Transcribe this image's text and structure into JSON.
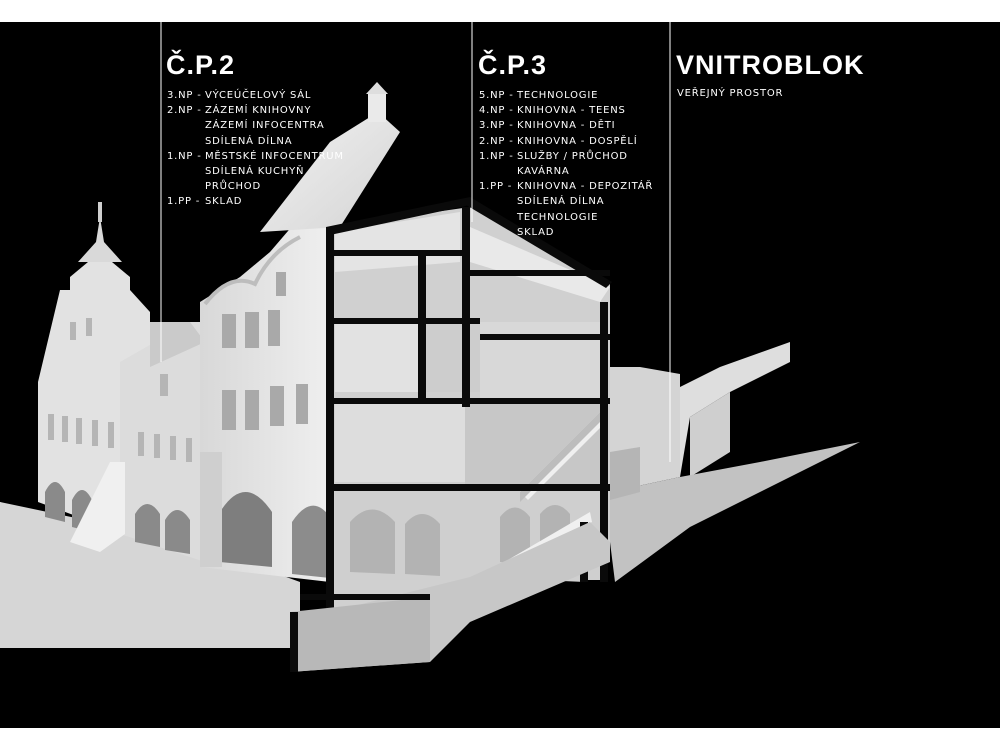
{
  "columns": [
    {
      "title": "Č.P.2",
      "floors": [
        {
          "level": "3.NP -",
          "uses": [
            "VÝCEÚČELOVÝ SÁL"
          ]
        },
        {
          "level": "2.NP -",
          "uses": [
            "ZÁZEMÍ KNIHOVNY",
            "ZÁZEMÍ INFOCENTRA",
            "SDÍLENÁ DÍLNA"
          ]
        },
        {
          "level": "1.NP -",
          "uses": [
            "MĚSTSKÉ INFOCENTRUM",
            "SDÍLENÁ KUCHYŇ",
            "PRŮCHOD"
          ]
        },
        {
          "level": "1.PP -",
          "uses": [
            "SKLAD"
          ]
        }
      ]
    },
    {
      "title": "Č.P.3",
      "floors": [
        {
          "level": "5.NP -",
          "uses": [
            "TECHNOLOGIE"
          ]
        },
        {
          "level": "4.NP -",
          "uses": [
            "KNIHOVNA - TEENS"
          ]
        },
        {
          "level": "3.NP -",
          "uses": [
            "KNIHOVNA - DĚTI"
          ]
        },
        {
          "level": "2.NP -",
          "uses": [
            "KNIHOVNA - DOSPĚLÍ"
          ]
        },
        {
          "level": "1.NP -",
          "uses": [
            "SLUŽBY / PRŮCHOD",
            "KAVÁRNA"
          ]
        },
        {
          "level": "1.PP -",
          "uses": [
            "KNIHOVNA - DEPOZITÁŘ",
            "SDÍLENÁ DÍLNA",
            "TECHNOLOGIE",
            "SKLAD"
          ]
        }
      ]
    },
    {
      "title": "VNITROBLOK",
      "caption": "VEŘEJNÝ PROSTOR"
    }
  ],
  "colors": {
    "background": "#000000",
    "frame": "#ffffff",
    "model_light": "#e6e6e6",
    "model_mid": "#c8c8c8",
    "model_shadow": "#9a9a9a",
    "section_cut": "#0a0a0a",
    "leader_line": "#ffffff"
  }
}
